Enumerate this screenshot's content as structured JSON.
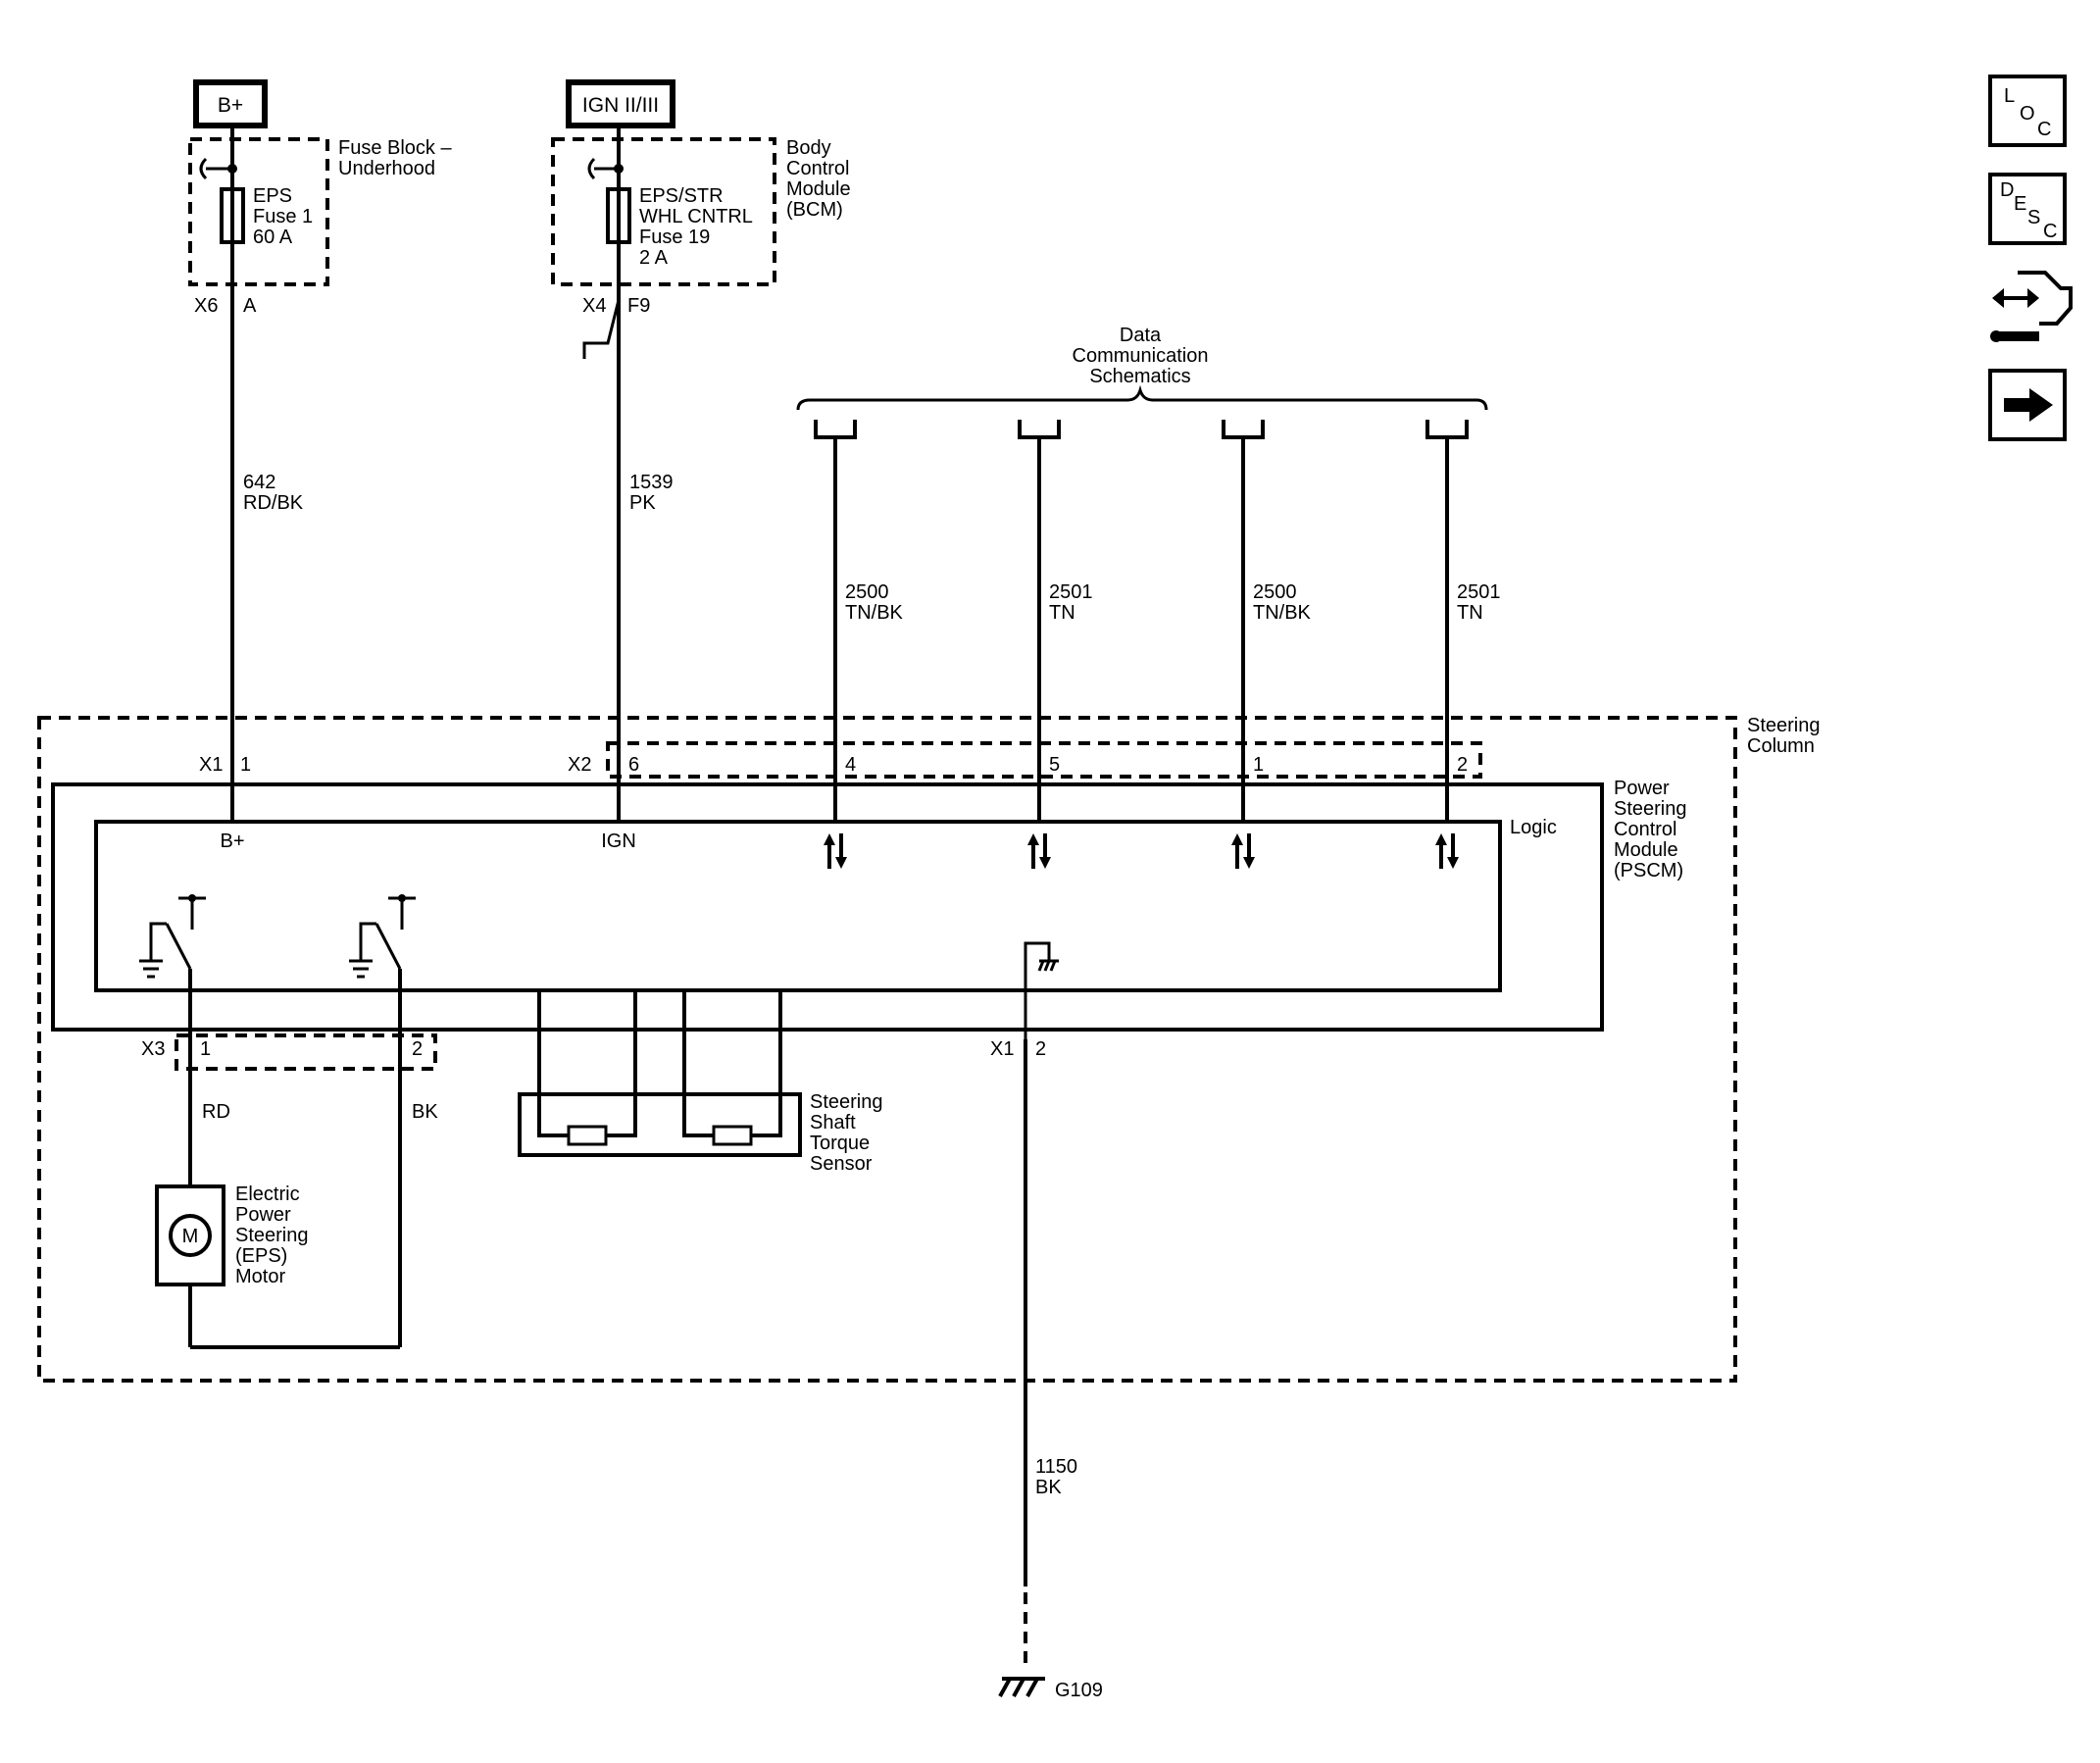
{
  "sources": {
    "bplus": "B+",
    "ign": "IGN II/III"
  },
  "fuse_block": {
    "label_1": "Fuse Block –",
    "label_2": "Underhood",
    "fuse_line1": "EPS",
    "fuse_line2": "Fuse 1",
    "fuse_line3": "60 A",
    "connector": "X6",
    "pin": "A"
  },
  "bcm": {
    "label_1": "Body",
    "label_2": "Control",
    "label_3": "Module",
    "label_4": "(BCM)",
    "fuse_line1": "EPS/STR",
    "fuse_line2": "WHL CNTRL",
    "fuse_line3": "Fuse 19",
    "fuse_line4": "2 A",
    "connector": "X4",
    "pin": "F9"
  },
  "wires": {
    "w642": {
      "circuit": "642",
      "color": "RD/BK"
    },
    "w1539": {
      "circuit": "1539",
      "color": "PK"
    },
    "w2500a": {
      "circuit": "2500",
      "color": "TN/BK"
    },
    "w2501a": {
      "circuit": "2501",
      "color": "TN"
    },
    "w2500b": {
      "circuit": "2500",
      "color": "TN/BK"
    },
    "w2501b": {
      "circuit": "2501",
      "color": "TN"
    },
    "w1150": {
      "circuit": "1150",
      "color": "BK"
    },
    "motor_rd": "RD",
    "motor_bk": "BK"
  },
  "data_comm": {
    "line1": "Data",
    "line2": "Communication",
    "line3": "Schematics"
  },
  "steering_column": {
    "line1": "Steering",
    "line2": "Column"
  },
  "pscm": {
    "line1": "Power",
    "line2": "Steering",
    "line3": "Control",
    "line4": "Module",
    "line5": "(PSCM)",
    "logic": "Logic",
    "bplus_pin_label": "B+",
    "ign_pin_label": "IGN"
  },
  "connectors": {
    "x1": "X1",
    "x1_pin1": "1",
    "x2": "X2",
    "x2_pin6": "6",
    "x2_pin4": "4",
    "x2_pin5": "5",
    "x2_pin1": "1",
    "x2_pin2": "2",
    "x3": "X3",
    "x3_pin1": "1",
    "x3_pin2": "2",
    "x1b": "X1",
    "x1b_pin2": "2"
  },
  "torque_sensor": {
    "line1": "Steering",
    "line2": "Shaft",
    "line3": "Torque",
    "line4": "Sensor"
  },
  "motor": {
    "symbol": "M",
    "line1": "Electric",
    "line2": "Power",
    "line3": "Steering",
    "line4": "(EPS)",
    "line5": "Motor"
  },
  "ground": {
    "label": "G109"
  },
  "nav": {
    "loc": {
      "l": "L",
      "o": "O",
      "c": "C"
    },
    "desc": {
      "d": "D",
      "e": "E",
      "s": "S",
      "c": "C"
    },
    "diag_icon": "diagnostic-connector-icon",
    "next_icon": "right-arrow-icon"
  }
}
